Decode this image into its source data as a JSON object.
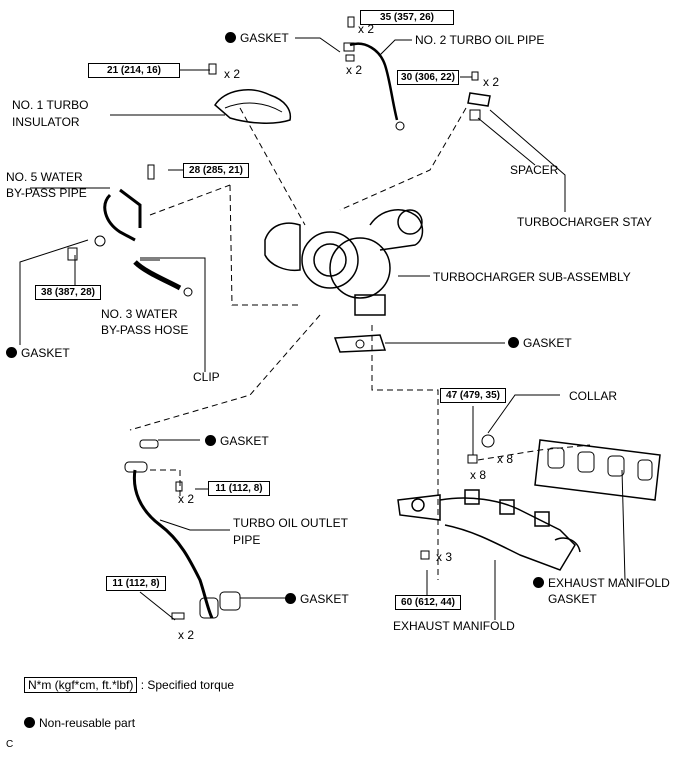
{
  "labels": {
    "gasket_top": "GASKET",
    "no2_turbo_oil_pipe": "NO. 2 TURBO OIL PIPE",
    "no1_turbo_insulator_1": "NO. 1 TURBO",
    "no1_turbo_insulator_2": "INSULATOR",
    "no5_water_bypass_pipe_1": "NO. 5 WATER",
    "no5_water_bypass_pipe_2": "BY-PASS PIPE",
    "spacer": "SPACER",
    "turbocharger_stay": "TURBOCHARGER STAY",
    "turbocharger_sub_assembly": "TURBOCHARGER SUB-ASSEMBLY",
    "gasket_left": "GASKET",
    "no3_water_bypass_hose_1": "NO. 3  WATER",
    "no3_water_bypass_hose_2": "BY-PASS HOSE",
    "clip": "CLIP",
    "gasket_turbo_flange": "GASKET",
    "collar": "COLLAR",
    "gasket_oil_outlet_top": "GASKET",
    "turbo_oil_outlet_pipe_1": "TURBO OIL OUTLET",
    "turbo_oil_outlet_pipe_2": "PIPE",
    "gasket_oil_outlet_bottom": "GASKET",
    "exhaust_manifold_gasket_1": "EXHAUST MANIFOLD",
    "exhaust_manifold_gasket_2": "GASKET",
    "exhaust_manifold": "EXHAUST MANIFOLD"
  },
  "torques": {
    "t35": "35 (357, 26)",
    "t21": "21 (214, 16)",
    "t30": "30 (306, 22)",
    "t28": "28 (285, 21)",
    "t38": "38 (387, 28)",
    "t47": "47 (479, 35)",
    "t11a": "11 (112, 8)",
    "t11b": "11 (112, 8)",
    "t60": "60 (612, 44)"
  },
  "multipliers": {
    "m_35": "x 2",
    "m_oilpipe_nut": "x 2",
    "m_21": "x 2",
    "m_30": "x 2",
    "m_47": "x 8",
    "m_collar": "x 8",
    "m_11a": "x 2",
    "m_11b": "x 2",
    "m_60": "x 3"
  },
  "legend": {
    "torque_unit": "N*m (kgf*cm, ft.*lbf)",
    "torque_desc": ": Specified torque",
    "non_reusable": "Non-reusable part"
  },
  "corner_code": "C"
}
